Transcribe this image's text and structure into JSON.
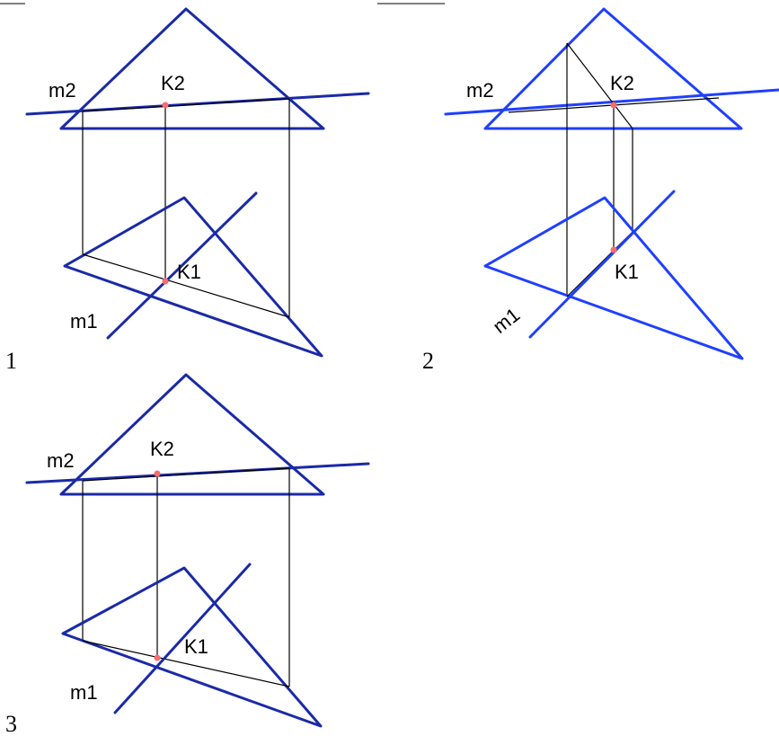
{
  "figures": [
    {
      "number": "1",
      "labels": {
        "m2": "m2",
        "m1": "m1",
        "k2": "K2",
        "k1": "K1"
      },
      "color": "#1a2aa8"
    },
    {
      "number": "2",
      "labels": {
        "m2": "m2",
        "m1": "m1",
        "k2": "K2",
        "k1": "K1"
      },
      "color": "#1f3fff"
    },
    {
      "number": "3",
      "labels": {
        "m2": "m2",
        "m1": "m1",
        "k2": "K2",
        "k1": "K1"
      },
      "color": "#1a2aa8"
    }
  ]
}
